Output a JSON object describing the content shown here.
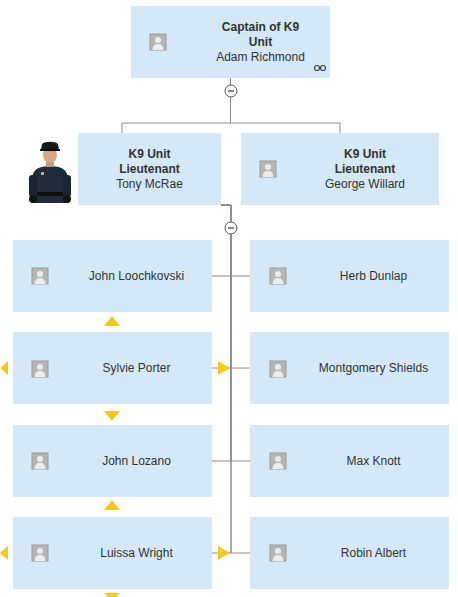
{
  "diagram": {
    "nodes": [
      {
        "text": [
          "Captain of K9 Unit",
          "Adam Richmond"
        ]
      },
      {
        "text": [
          "K9 Unit Lieutenant",
          "Tony McRae"
        ]
      },
      {
        "text": [
          "K9 Unit Lieutenant",
          "George Willard"
        ]
      },
      {
        "text": [
          "John Loochkovski"
        ]
      },
      {
        "text": [
          "Herb Dunlap"
        ]
      },
      {
        "text": [
          "Sylvie Porter"
        ]
      },
      {
        "text": [
          "Montgomery Shields"
        ]
      },
      {
        "text": [
          "John Lozano"
        ]
      },
      {
        "text": [
          "Max Knott"
        ]
      },
      {
        "text": [
          "Luissa Wright"
        ]
      },
      {
        "text": [
          "Robin Albert"
        ]
      }
    ],
    "edges": [
      {
        "from": 0,
        "to": 1,
        "arrow": "none"
      },
      {
        "from": 0,
        "to": 2,
        "arrow": "none"
      },
      {
        "from": 1,
        "to": 3,
        "arrow": "none"
      },
      {
        "from": 1,
        "to": 4,
        "arrow": "none"
      },
      {
        "from": 1,
        "to": 5,
        "arrow": "none"
      },
      {
        "from": 1,
        "to": 6,
        "arrow": "none"
      },
      {
        "from": 1,
        "to": 7,
        "arrow": "none"
      },
      {
        "from": 1,
        "to": 8,
        "arrow": "none"
      },
      {
        "from": 1,
        "to": 9,
        "arrow": "none"
      },
      {
        "from": 1,
        "to": 10,
        "arrow": "none"
      }
    ]
  }
}
